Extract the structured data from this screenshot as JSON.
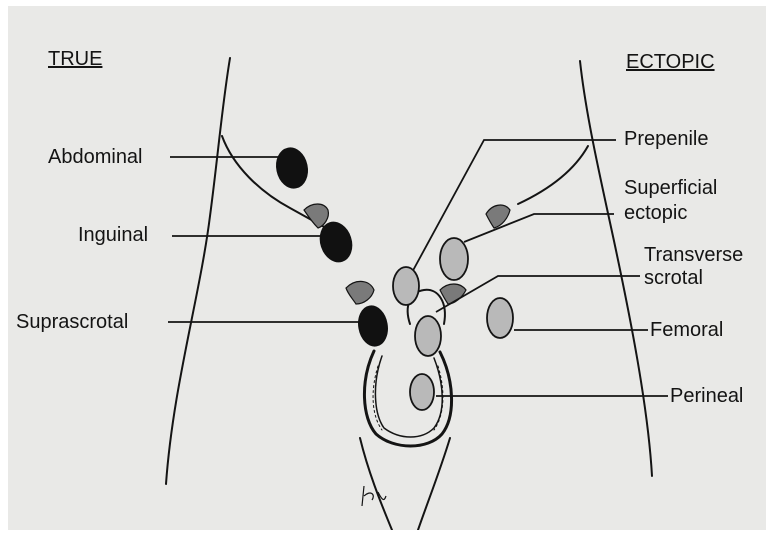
{
  "headings": {
    "true": "TRUE",
    "ectopic": "ECTOPIC"
  },
  "labels": {
    "abdominal": "Abdominal",
    "inguinal": "Inguinal",
    "suprascrotal": "Suprascrotal",
    "prepenile": "Prepenile",
    "superficial_ectopic_line1": "Superficial",
    "superficial_ectopic_line2": "ectopic",
    "transverse_scrotal_line1": "Transverse",
    "transverse_scrotal_line2": "scrotal",
    "femoral": "Femoral",
    "perineal": "Perineal"
  },
  "colors": {
    "background": "#e9e9e7",
    "ink": "#141414",
    "true_position_fill": "#111111",
    "ectopic_position_fill": "#b9b9b9"
  }
}
